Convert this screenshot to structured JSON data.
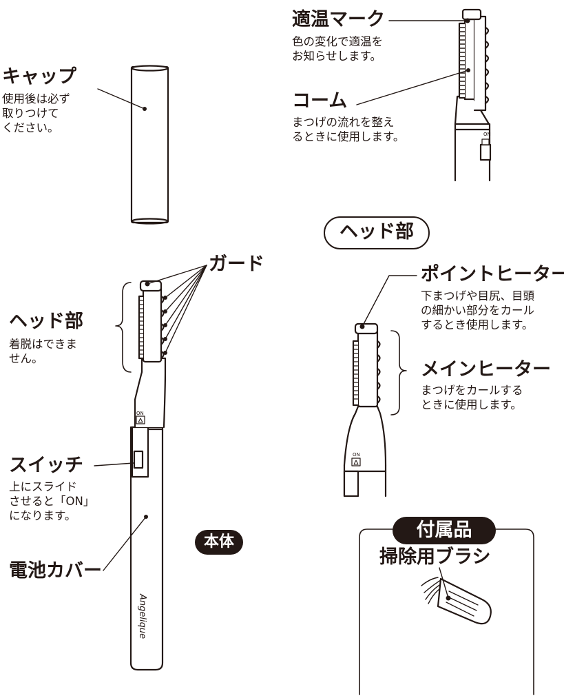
{
  "colors": {
    "ink": "#231815",
    "paper": "#ffffff",
    "device": "#ffffff"
  },
  "icons": [
    "brush-icon"
  ],
  "cap": {
    "title": "キャップ",
    "desc": "使用後は必ず\n取りつけて\nください。"
  },
  "temp_mark": {
    "title": "適温マーク",
    "desc": "色の変化で適温を\nお知らせします。"
  },
  "comb": {
    "title": "コーム",
    "desc": "まつげの流れを整え\nるときに使用します。"
  },
  "head_section": {
    "title": "ヘッド部"
  },
  "guard": {
    "title": "ガード"
  },
  "head": {
    "title": "ヘッド部",
    "desc": "着脱はできま\nせん。"
  },
  "point_heater": {
    "title": "ポイントヒーター",
    "desc": "下まつげや目尻、目頭\nの細かい部分をカール\nするとき使用します。"
  },
  "main_heater": {
    "title": "メインヒーター",
    "desc": "まつげをカールする\nときに使用します。"
  },
  "switch": {
    "title": "スイッチ",
    "desc": "上にスライド\nさせると「ON」\nになります。"
  },
  "body_section": {
    "title": "本体"
  },
  "battery_cover": {
    "title": "電池カバー"
  },
  "accessory": {
    "title": "付属品",
    "item": "掃除用ブラシ"
  },
  "device": {
    "brand": "Angelique",
    "switch_label": "ON"
  }
}
